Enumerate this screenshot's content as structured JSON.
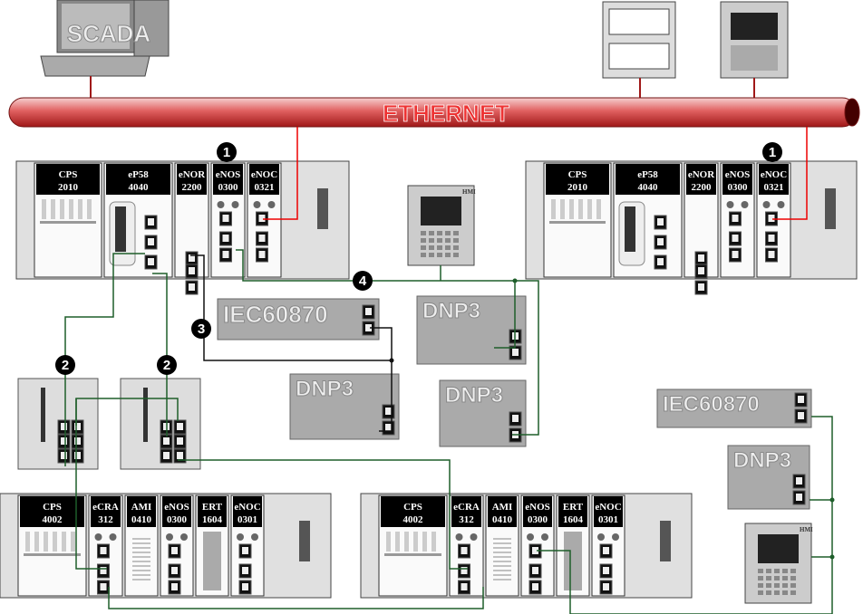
{
  "network": {
    "label": "ETHERNET",
    "color": "#c8202a"
  },
  "scada": {
    "label": "SCADA"
  },
  "top_racks": [
    {
      "modules": [
        {
          "l1": "CPS",
          "l2": "2010"
        },
        {
          "l1": "eP58",
          "l2": "4040"
        },
        {
          "l1": "eNOR",
          "l2": "2200"
        },
        {
          "l1": "eNOS",
          "l2": "0300"
        },
        {
          "l1": "eNOC",
          "l2": "0321"
        }
      ]
    },
    {
      "modules": [
        {
          "l1": "CPS",
          "l2": "2010"
        },
        {
          "l1": "eP58",
          "l2": "4040"
        },
        {
          "l1": "eNOR",
          "l2": "2200"
        },
        {
          "l1": "eNOS",
          "l2": "0300"
        },
        {
          "l1": "eNOC",
          "l2": "0321"
        }
      ]
    }
  ],
  "bottom_racks": [
    {
      "modules": [
        {
          "l1": "CPS",
          "l2": "4002"
        },
        {
          "l1": "eCRA",
          "l2": "312"
        },
        {
          "l1": "AMI",
          "l2": "0410"
        },
        {
          "l1": "eNOS",
          "l2": "0300"
        },
        {
          "l1": "ERT",
          "l2": "1604"
        },
        {
          "l1": "eNOC",
          "l2": "0301"
        }
      ]
    },
    {
      "modules": [
        {
          "l1": "CPS",
          "l2": "4002"
        },
        {
          "l1": "eCRA",
          "l2": "312"
        },
        {
          "l1": "AMI",
          "l2": "0410"
        },
        {
          "l1": "eNOS",
          "l2": "0300"
        },
        {
          "l1": "ERT",
          "l2": "1604"
        },
        {
          "l1": "eNOC",
          "l2": "0301"
        }
      ]
    }
  ],
  "devices": {
    "iec_a": "IEC60870",
    "dnp3_a": "DNP3",
    "dnp3_b": "DNP3",
    "dnp3_c": "DNP3",
    "iec_b": "IEC60870",
    "dnp3_d": "DNP3",
    "hmi": "HMI"
  },
  "callouts": [
    "1",
    "1",
    "2",
    "2",
    "3",
    "4"
  ],
  "wire_color": "#1e5e2a"
}
